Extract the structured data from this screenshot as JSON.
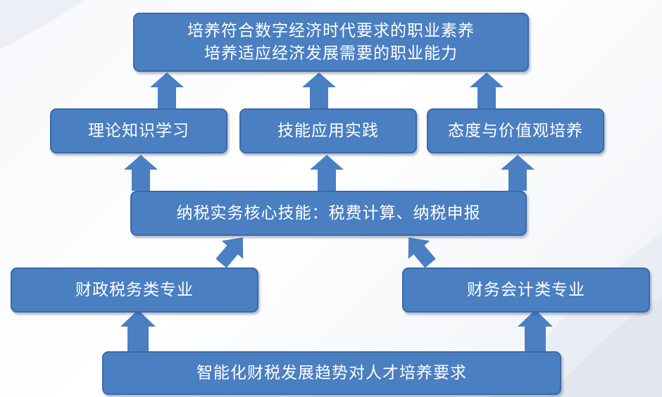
{
  "diagram": {
    "goal": {
      "line1": "培养符合数字经济时代要求的职业素养",
      "line2": "培养适应经济发展需要的职业能力"
    },
    "middle": {
      "theory": "理论知识学习",
      "skills": "技能应用实践",
      "attitude": "态度与价值观培养"
    },
    "core": "纳税实务核心技能：税费计算、纳税申报",
    "majors": {
      "finance_tax": "财政税务类专业",
      "accounting": "财务会计类专业"
    },
    "base": "智能化财税发展趋势对人才培养要求"
  },
  "colors": {
    "box_fill": "#4a7fc1",
    "box_border": "#3b6aa6",
    "arrow": "#4a7fc1",
    "text": "#ffffff"
  }
}
